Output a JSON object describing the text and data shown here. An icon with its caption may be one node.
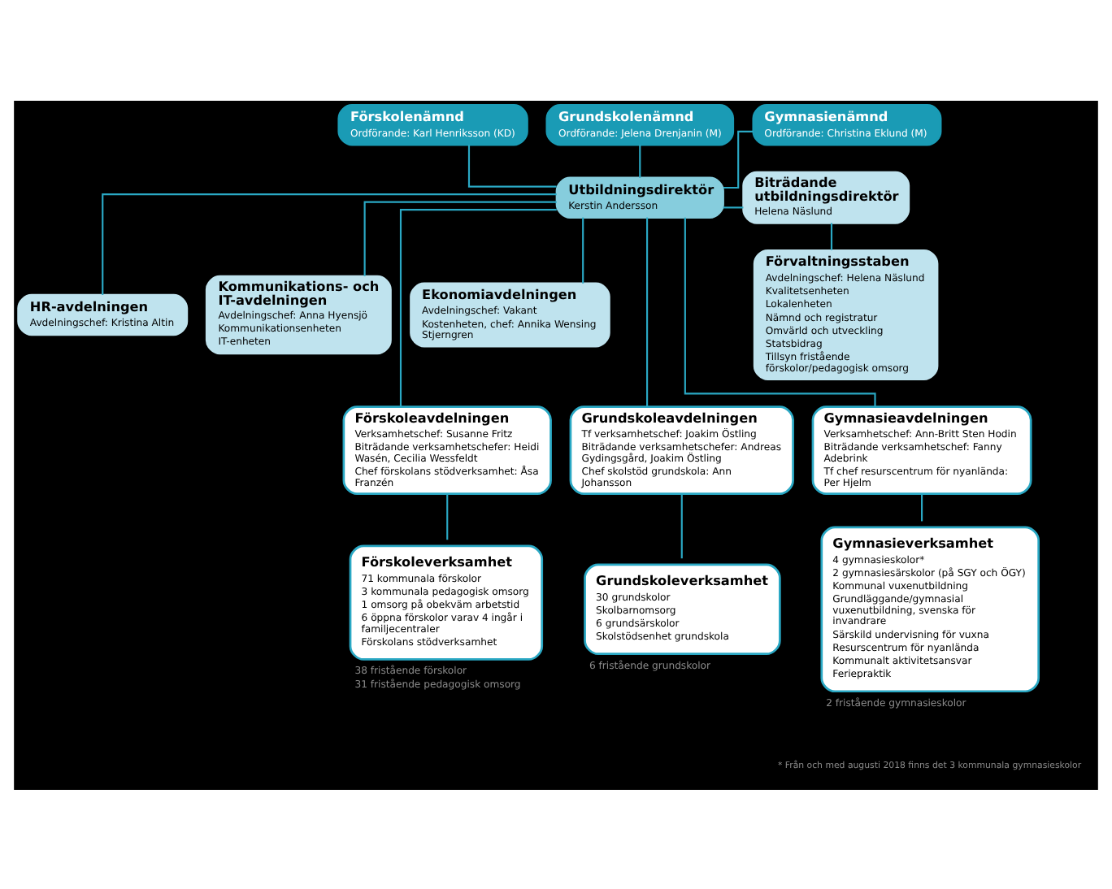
{
  "diagram": {
    "nodes": [
      {
        "text": [
          "Förskolenämnd",
          "Ordförande: Karl Henriksson (KD)"
        ]
      },
      {
        "text": [
          "Grundskolenämnd",
          "Ordförande: Jelena Drenjanin (M)"
        ]
      },
      {
        "text": [
          "Gymnasienämnd",
          "Ordförande: Christina Eklund (M)"
        ]
      },
      {
        "text": [
          "Utbildningsdirektör",
          "Kerstin Andersson"
        ]
      },
      {
        "text": [
          "Biträdande utbildningsdirektör",
          "Helena Näslund"
        ]
      },
      {
        "text": [
          "HR-avdelningen",
          "Avdelningschef: Kristina Altin"
        ]
      },
      {
        "text": [
          "Kommunikations- och IT-avdelningen",
          "Avdelningschef: Anna Hyensjö",
          "Kommunikationsenheten",
          "IT-enheten"
        ]
      },
      {
        "text": [
          "Ekonomiavdelningen",
          "Avdelningschef: Vakant",
          "Kostenheten, chef: Annika Wensing Stjerngren"
        ]
      },
      {
        "text": [
          "Förvaltningsstaben",
          "Avdelningschef: Helena Näslund",
          "Kvalitetsenheten",
          "Lokalenheten",
          "Nämnd och registratur",
          "Omvärld och utveckling",
          "Statsbidrag",
          "Tillsyn fristående förskolor/pedagogisk omsorg"
        ]
      },
      {
        "text": [
          "Förskoleavdelningen",
          "Verksamhetschef: Susanne Fritz",
          "Biträdande verksamhetschefer: Heidi Wasén, Cecilia Wessfeldt",
          "Chef förskolans stödverksamhet: Åsa Franzén"
        ]
      },
      {
        "text": [
          "Grundskoleavdelningen",
          "Tf verksamhetschef: Joakim Östling",
          "Biträdande verksamhetschefer: Andreas Gydingsgård, Joakim Östling",
          "Chef skolstöd grundskola: Ann Johansson"
        ]
      },
      {
        "text": [
          "Gymnasieavdelningen",
          "Verksamhetschef: Ann-Britt Sten Hodin",
          "Biträdande verksamhetschef: Fanny Adebrink",
          "Tf chef resurscentrum för nyanlända: Per Hjelm"
        ]
      },
      {
        "text": [
          "Förskoleverksamhet",
          "71 kommunala förskolor",
          "3 kommunala pedagogisk omsorg",
          "1 omsorg på obekväm arbetstid",
          "6 öppna förskolor varav 4 ingår i familjecentraler",
          "Förskolans stödverksamhet"
        ],
        "beside": [
          "38 fristående förskolor",
          "31 fristående pedagogisk omsorg"
        ]
      },
      {
        "text": [
          "Grundskoleverksamhet",
          "30 grundskolor",
          "Skolbarnomsorg",
          "6 grundsärskolor",
          "Skolstödsenhet grundskola"
        ],
        "beside": [
          "6 fristående grundskolor"
        ]
      },
      {
        "text": [
          "Gymnasieverksamhet",
          "4 gymnasieskolor*",
          "2 gymnasiesärskolor (på SGY och ÖGY)",
          "Kommunal vuxenutbildning",
          "Grundläggande/gymnasial vuxenutbildning, svenska för invandrare",
          "Särskild undervisning för vuxna",
          "Resurscentrum för nyanlända",
          "Kommunalt aktivitetsansvar",
          "Feriepraktik"
        ],
        "beside": [
          "2 fristående gymnasieskolor"
        ]
      }
    ],
    "edges": [
      {
        "from": 0,
        "to": 3,
        "arrow": "none"
      },
      {
        "from": 1,
        "to": 3,
        "arrow": "none"
      },
      {
        "from": 2,
        "to": 3,
        "arrow": "none"
      },
      {
        "from": 3,
        "to": 4,
        "arrow": "none"
      },
      {
        "from": 3,
        "to": 5,
        "arrow": "none"
      },
      {
        "from": 3,
        "to": 6,
        "arrow": "none"
      },
      {
        "from": 3,
        "to": 7,
        "arrow": "none"
      },
      {
        "from": 4,
        "to": 8,
        "arrow": "none"
      },
      {
        "from": 3,
        "to": 9,
        "arrow": "none"
      },
      {
        "from": 3,
        "to": 10,
        "arrow": "none"
      },
      {
        "from": 3,
        "to": 11,
        "arrow": "none"
      },
      {
        "from": 9,
        "to": 12,
        "arrow": "none"
      },
      {
        "from": 10,
        "to": 13,
        "arrow": "none"
      },
      {
        "from": 11,
        "to": 14,
        "arrow": "none"
      }
    ],
    "labels": [
      "* Från och med augusti 2018 finns det 3 kommunala gymnasieskolor"
    ]
  }
}
